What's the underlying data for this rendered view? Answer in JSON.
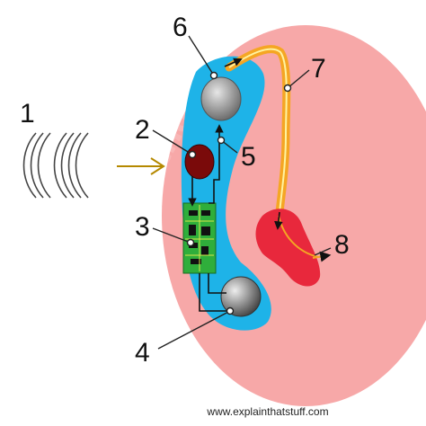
{
  "labels": {
    "l1": "1",
    "l2": "2",
    "l3": "3",
    "l4": "4",
    "l5": "5",
    "l6": "6",
    "l7": "7",
    "l8": "8"
  },
  "watermark": "www.explainthatstuff.com",
  "credit": "www.explainthatstuff.com",
  "colors": {
    "ear": "#f7a8a8",
    "case": "#1eb3e8",
    "circuit_board": "#2fae3b",
    "circuit_board_line": "#d9e64a",
    "microphone": "#7a0a0a",
    "speaker": "#8e8e8e",
    "tube": "#f5a623",
    "tube_highlight": "#fff3a0",
    "ear_canal": "#e8283c",
    "arrow": "#b58900"
  }
}
